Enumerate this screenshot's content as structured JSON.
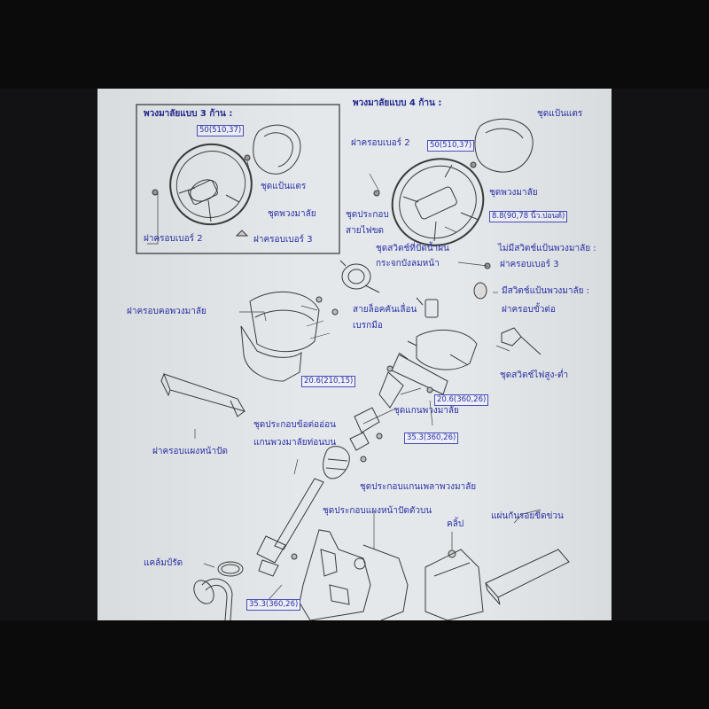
{
  "inset_box": {
    "title": "พวงมาลัยแบบ 3 ก้าน :",
    "torque": "50(510,37)",
    "labels": {
      "airbag": "ชุดแป้นแตร",
      "wheel": "ชุดพวงมาลัย",
      "cover2": "ฝาครอบเบอร์ 2",
      "cover3": "ฝาครอบเบอร์ 3"
    }
  },
  "four_spoke": {
    "title": "พวงมาลัยแบบ 4 ก้าน :",
    "torque_top": "50(510,37)",
    "torque_wheel": "8.8(90,78 นิ้ว.ปอนด์)",
    "labels": {
      "airbag": "ชุดแป้นแตร",
      "cover2": "ฝาครอบเบอร์ 2",
      "wheel": "ชุดพวงมาลัย",
      "no_horn_switch": "ไม่มีสวิตช์แป้นพวงมาลัย :",
      "cover3": "ฝาครอบเบอร์ 3",
      "horn_switch": "มีสวิตช์แป้นพวงมาลัย :",
      "terminal_cover": "ฝาครอบขั้วต่อ"
    }
  },
  "column": {
    "labels": {
      "spiral_cable_1": "ชุดประกอบ",
      "spiral_cable_2": "สายไฟขด",
      "wiper_switch_1": "ชุดสวิตช์ที่ปัดน้ำฝน",
      "wiper_switch_2": "กระจกบังลมหน้า",
      "column_cover": "ฝาครอบคอพวงมาลัย",
      "tilt_lever_1": "สายล็อคคันเลื่อน",
      "tilt_lever_2": "เบรกมือ",
      "headlight_switch": "ชุดสวิตช์ไฟสูง-ต่ำ",
      "steering_column": "ชุดแกนพวงมาลัย",
      "joint_assy_1": "ชุดประกอบข้อต่ออ่อน",
      "joint_assy_2": "แกนพวงมาลัยท่อนบน",
      "lower_panel": "ฝาครอบแผงหน้าปัด",
      "shaft_assy": "ชุดประกอบแกนเพลาพวงมาลัย",
      "lower_panel_assy": "ชุดประกอบแผงหน้าปัดตัวบน",
      "clip": "คลิ้ป",
      "scuff_plate": "แผ่นกันรอยขีดข่วน",
      "clamp": "แคล้มป์รัด"
    },
    "torques": {
      "t1": "20.6(210,15)",
      "t2": "20.6(360,26)",
      "t3": "35.3(360,26)",
      "t4": "35.3(360,26)"
    }
  }
}
